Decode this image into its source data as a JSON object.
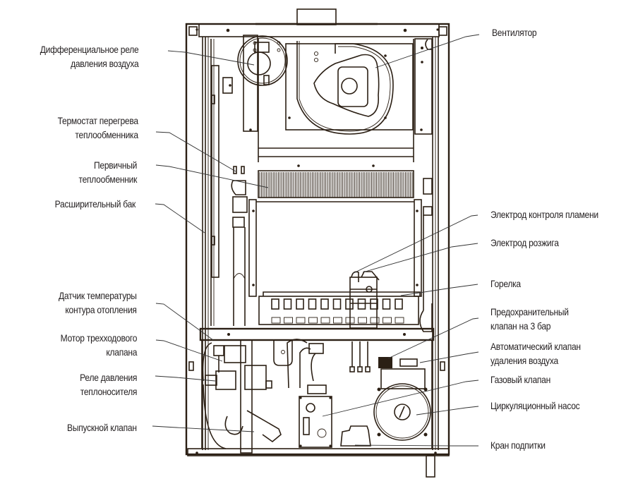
{
  "title": "Устройство газового котла",
  "left_labels": [
    {
      "id": "diff-pressure-relay",
      "lines": [
        "Дифференциальное реле",
        "давления воздуха"
      ]
    },
    {
      "id": "overheat-thermostat",
      "lines": [
        "Термостат перегрева",
        "теплообменника"
      ]
    },
    {
      "id": "primary-heat-exchanger",
      "lines": [
        "Первичный",
        "теплообменник"
      ]
    },
    {
      "id": "expansion-tank",
      "lines": [
        "Расширительный бак"
      ]
    },
    {
      "id": "heating-temp-sensor",
      "lines": [
        "Датчик температуры",
        "контура отопления"
      ]
    },
    {
      "id": "three-way-valve-motor",
      "lines": [
        "Мотор трехходового",
        "клапана"
      ]
    },
    {
      "id": "coolant-pressure-relay",
      "lines": [
        "Реле давления",
        "теплоносителя"
      ]
    },
    {
      "id": "drain-valve",
      "lines": [
        "Выпускной клапан"
      ]
    }
  ],
  "right_labels": [
    {
      "id": "fan",
      "lines": [
        "Вентилятор"
      ]
    },
    {
      "id": "flame-control-electrode",
      "lines": [
        "Электрод контроля пламени"
      ]
    },
    {
      "id": "ignition-electrode",
      "lines": [
        "Электрод розжига"
      ]
    },
    {
      "id": "burner",
      "lines": [
        "Горелка"
      ]
    },
    {
      "id": "safety-valve-3bar",
      "lines": [
        "Предохранительный",
        "клапан на 3 бар"
      ]
    },
    {
      "id": "auto-air-vent",
      "lines": [
        "Автоматический клапан",
        "удаления воздуха"
      ]
    },
    {
      "id": "gas-valve",
      "lines": [
        "Газовый клапан"
      ]
    },
    {
      "id": "circulation-pump",
      "lines": [
        "Циркуляционный насос"
      ]
    },
    {
      "id": "makeup-tap",
      "lines": [
        "Кран подпитки"
      ]
    }
  ],
  "colors": {
    "line": "#2b1f14",
    "text": "#231f20",
    "background": "#ffffff"
  }
}
